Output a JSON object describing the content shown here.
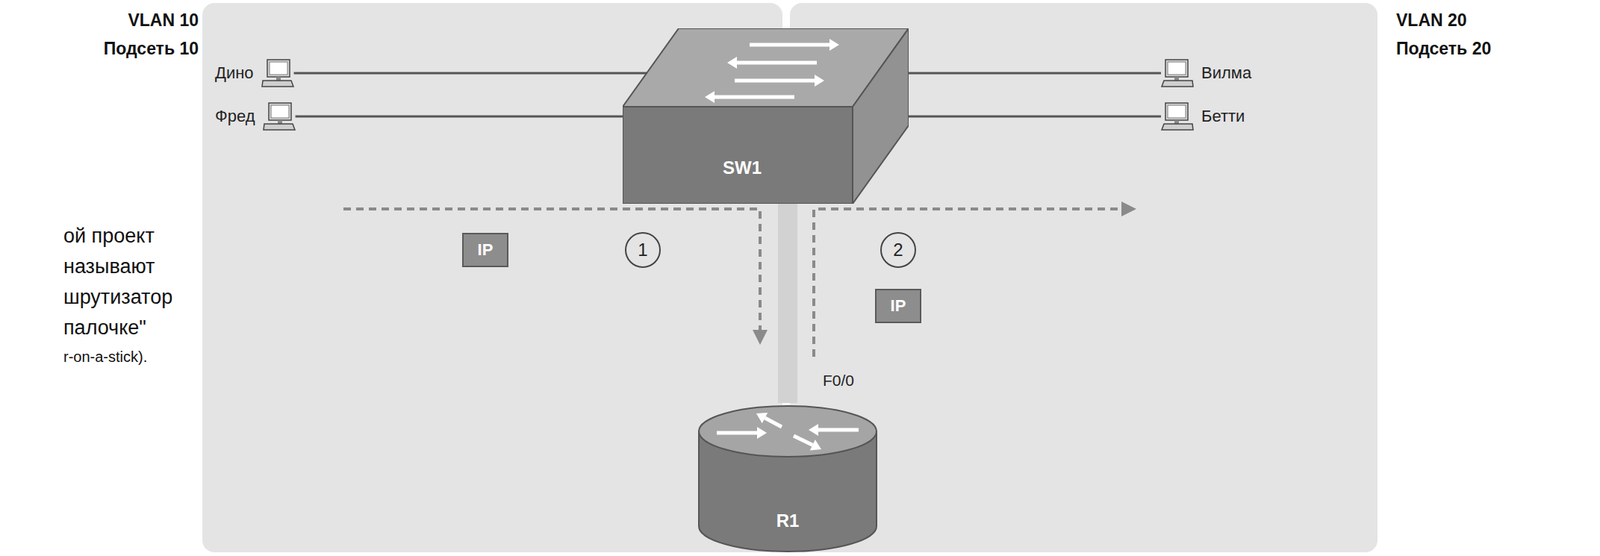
{
  "diagram": {
    "nodes": [
      {
        "text": [
          "VLAN 10",
          "Подсеть 10"
        ]
      },
      {
        "text": [
          "Дино"
        ],
        "in": 0
      },
      {
        "text": [
          "Фред"
        ],
        "in": 0
      },
      {
        "text": [
          "SW1"
        ]
      },
      {
        "text": [
          "VLAN 20",
          "Подсеть 20"
        ]
      },
      {
        "text": [
          "Вилма"
        ],
        "in": 4
      },
      {
        "text": [
          "Бетти"
        ],
        "in": 4
      },
      {
        "text": [
          "R1"
        ]
      }
    ],
    "edges": [
      {
        "from": 1,
        "to": 3,
        "arrow": "none"
      },
      {
        "from": 2,
        "to": 3,
        "arrow": "none"
      },
      {
        "from": 3,
        "to": 5,
        "arrow": "none"
      },
      {
        "from": 3,
        "to": 6,
        "arrow": "none"
      },
      {
        "from": 3,
        "to": 7,
        "arrow": "none"
      }
    ],
    "labels": [
      "ой проект",
      "называют",
      "шрутизатор",
      "палочке\"",
      "r-on-a-stick).",
      "IP",
      "1",
      "2",
      "IP",
      "F0/0"
    ]
  }
}
